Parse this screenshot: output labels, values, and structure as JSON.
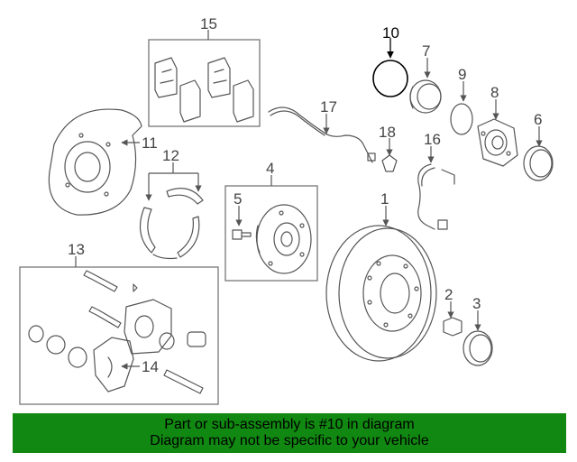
{
  "labels": {
    "p1": "1",
    "p2": "2",
    "p3": "3",
    "p4": "4",
    "p5": "5",
    "p6": "6",
    "p7": "7",
    "p8": "8",
    "p9": "9",
    "p10": "10",
    "p11": "11",
    "p12": "12",
    "p13": "13",
    "p14": "14",
    "p15": "15",
    "p16": "16",
    "p17": "17",
    "p18": "18"
  },
  "banner": {
    "line1": "Part or sub-assembly is #10 in diagram",
    "line2": "Diagram may not be specific to your vehicle",
    "color": "#118811"
  }
}
